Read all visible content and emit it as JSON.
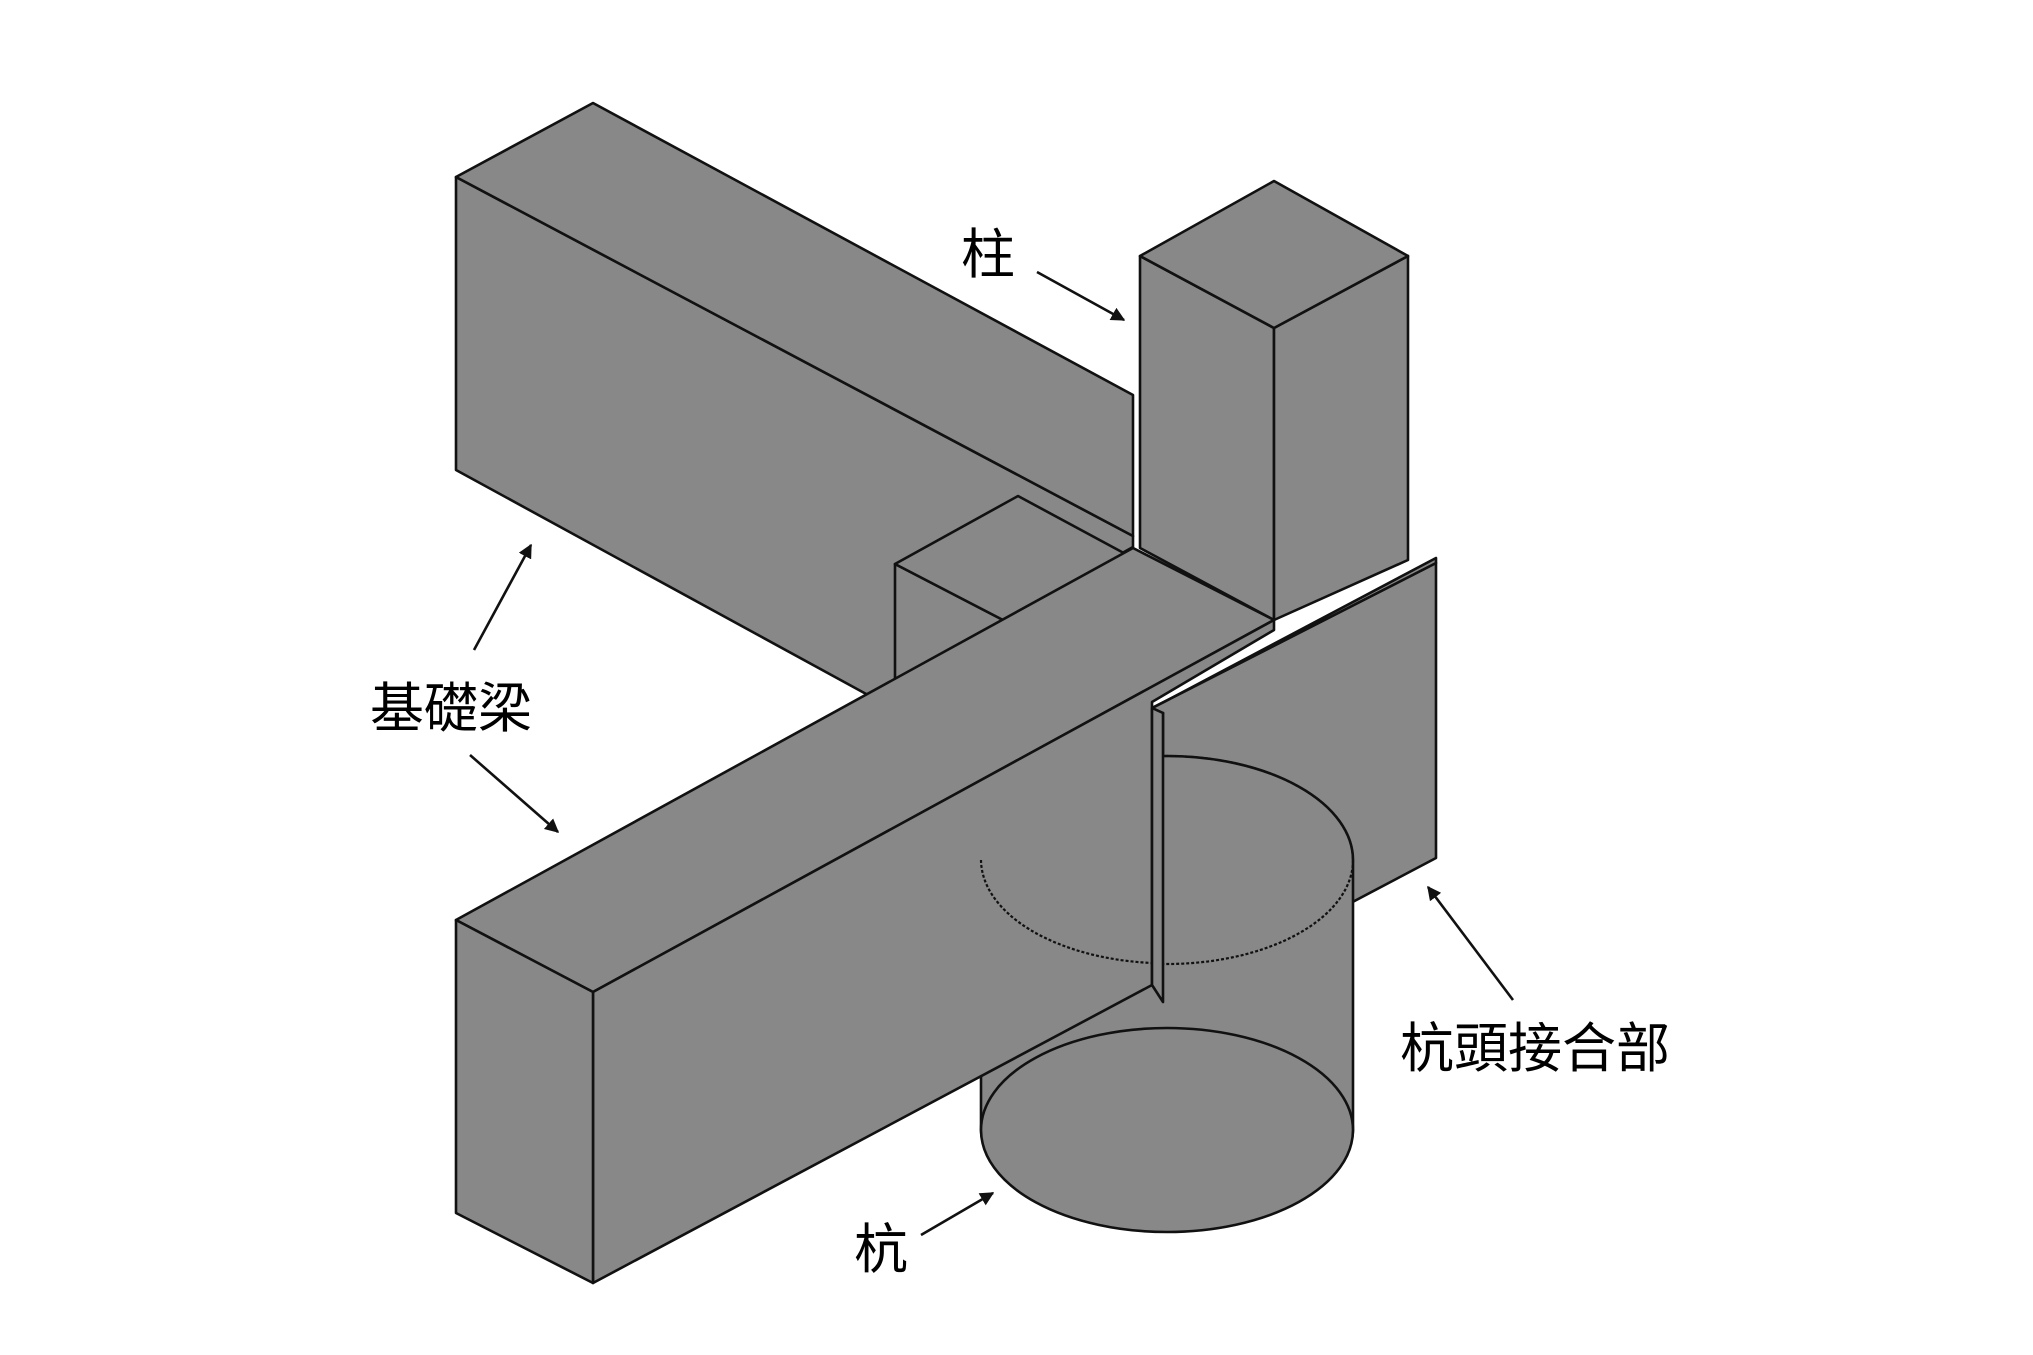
{
  "diagram": {
    "colors": {
      "background": "#ffffff",
      "body": "#888888",
      "outline": "#111111",
      "text": "#000000"
    },
    "labels": {
      "column": "柱",
      "foundation_beam": "基礎梁",
      "pile_head_joint": "杭頭接合部",
      "pile": "杭"
    }
  }
}
